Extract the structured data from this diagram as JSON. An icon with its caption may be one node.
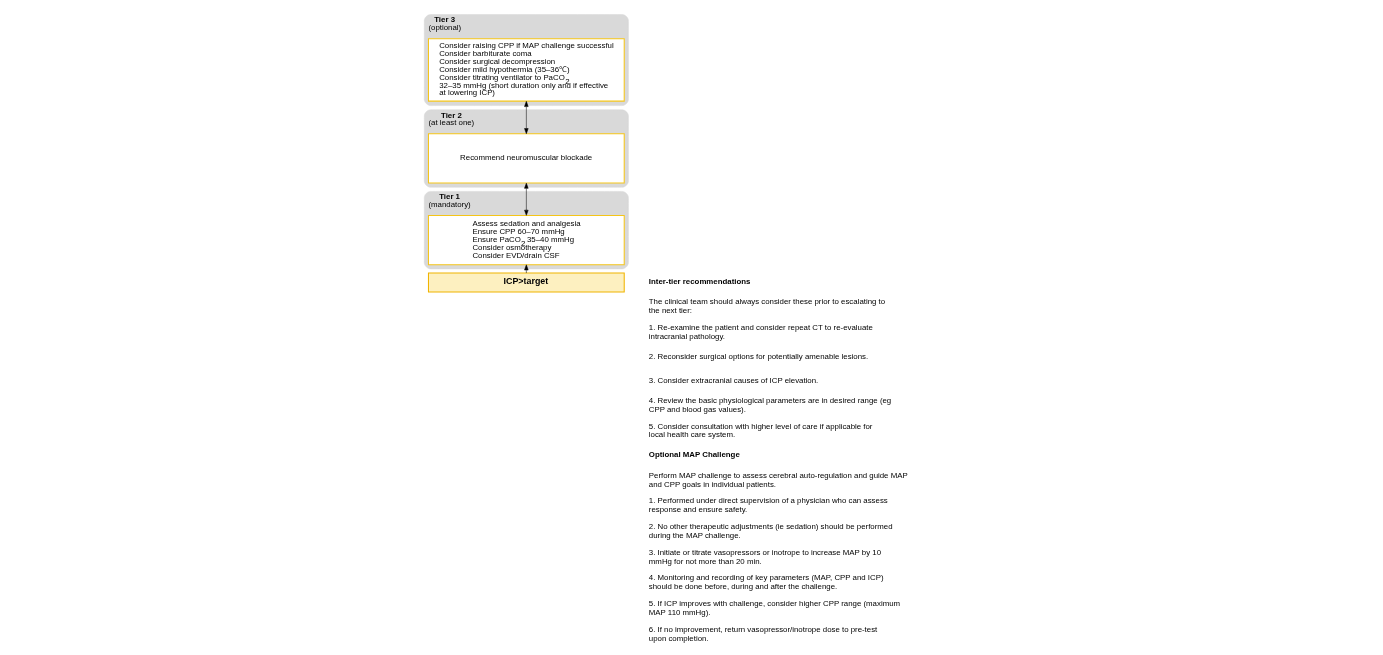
{
  "diagram": {
    "nodes": [
      {
        "text": [
          "ICP>target"
        ]
      },
      {
        "text": [
          "Tier 1",
          "(mandatory)"
        ]
      },
      {
        "text": [
          "Assess sedation and analgesia",
          "Ensure CPP 60–70 mmHg",
          "Ensure PaCO$_{2}$ 35–40 mmHg",
          "Consider osmotherapy",
          "Consider EVD/drain CSF"
        ],
        "in": 1
      },
      {
        "text": [
          "Tier 2",
          "(at least one)"
        ]
      },
      {
        "text": [
          "Recommend neuromuscular blockade"
        ],
        "in": 3
      },
      {
        "text": [
          "Tier 3",
          "(optional)"
        ]
      },
      {
        "text": [
          "Consider raising CPP if MAP challenge successful",
          "Consider barbiturate coma",
          "Consider surgical decompression",
          "Consider mild hypothermia (35–36℃)",
          "Consider titrating ventilator to PaCO$_{2}$ 32–35 mmHg (short duration only and if effective at lowering ICP)"
        ],
        "in": 5
      }
    ],
    "edges": [
      {
        "from": 0,
        "to": 2,
        "arrow": "to"
      },
      {
        "from": 2,
        "to": 4,
        "arrow": "both"
      },
      {
        "from": 4,
        "to": 6,
        "arrow": "both"
      }
    ],
    "labels": [
      "Inter-tier recommendations",
      "The clinical team should always consider these prior to escalating to the next tier:",
      "1. Re-examine the patient and consider repeat CT to re-evaluate intracranial pathology.",
      "2. Reconsider surgical options for potentially amenable lesions.",
      "3. Consider extracranial causes of ICP elevation.",
      "4. Review the basic physiological parameters are in desired range (eg CPP and blood gas values).",
      "5. Consider consultation with higher level of care if applicable for local health care system.",
      "Optional MAP Challenge",
      "Perform MAP challenge to assess cerebral auto-regulation and guide MAP and CPP goals in individual patients.",
      "1. Performed under direct supervision of a physician who can assess response and ensure safety.",
      "2. No other therapeutic adjustments (ie sedation) should be performed during the MAP challenge.",
      "3. Initiate or titrate vasopressors or inotrope to increase MAP by 10 mmHg for not more than 20 min.",
      "4. Monitoring and recording of key parameters (MAP, CPP and ICP) should be done before, during and after the challenge.",
      "5. If ICP improves with challenge, consider higher CPP range (maximum MAP 110 mmHg).",
      "6. If no improvement, return vasopressor/inotrope dose to pre-test upon completion."
    ]
  }
}
